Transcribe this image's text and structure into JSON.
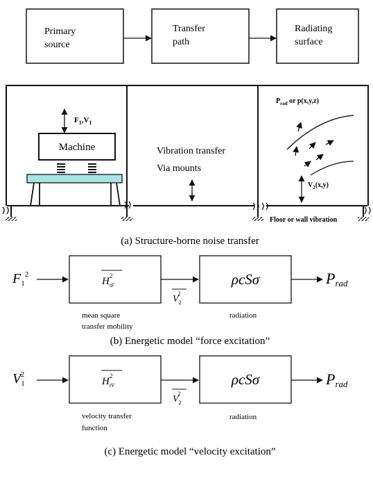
{
  "flow": {
    "primary_line1": "Primary",
    "primary_line2": "source",
    "transfer_line1": "Transfer",
    "transfer_line2": "path",
    "radiating_line1": "Radiating",
    "radiating_line2": "surface"
  },
  "diagram_a": {
    "force_label_main": "F",
    "force_label_sub1": "1",
    "force_label_mid": ",V",
    "force_label_sub2": "1",
    "machine_label": "Machine",
    "vibration_line1": "Vibration transfer",
    "vibration_line2": "Via mounts",
    "prad_main": "P",
    "prad_sub": "rad",
    "prad_rest": " or p(x,y,z)",
    "v2_main": "V",
    "v2_sub": "2",
    "v2_rest": "(x,y)",
    "floor_label": "Floor or wall vibration",
    "caption": "(a) Structure-borne noise transfer"
  },
  "diagram_b": {
    "input_main": "F",
    "input_sub": "1",
    "input_sup": "2",
    "block1_main": "H",
    "block1_sub": "tF",
    "block1_sup": "2",
    "mid_main": "V",
    "mid_sub": "2",
    "mid_sup": "2",
    "block2": "ρcSσ",
    "output_main": "P",
    "output_sub": "rad",
    "label1_line1": "mean square",
    "label1_line2": "transfer mobility",
    "label2": "radiation",
    "caption": "(b) Energetic model “force excitation”"
  },
  "diagram_c": {
    "input_main": "V",
    "input_sub": "1",
    "input_sup": "2",
    "block1_main": "H",
    "block1_sub": "tV",
    "block1_sup": "2",
    "mid_main": "V",
    "mid_sub": "2",
    "mid_sup": "2",
    "block2": "ρcSσ",
    "output_main": "P",
    "output_sub": "rad",
    "label1_line1": "velocity transfer",
    "label1_line2": "function",
    "label2": "radiation",
    "caption": "(c) Energetic model “velocity excitation”"
  }
}
